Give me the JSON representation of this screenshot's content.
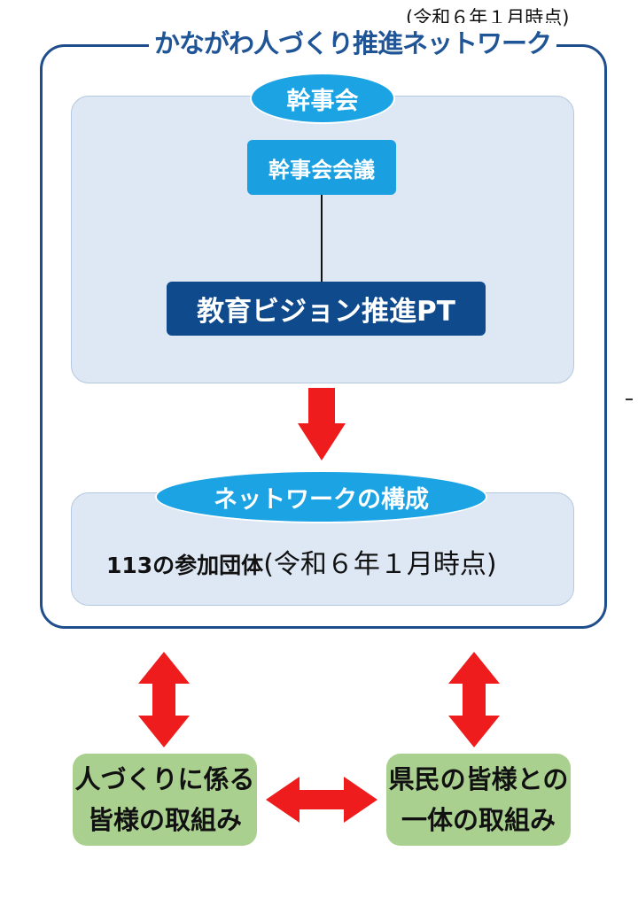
{
  "as_of_note": "(令和６年１月時点)",
  "network": {
    "title": "かながわ人づくり推進ネットワーク",
    "secretariat": {
      "label": "幹事会",
      "meeting": "幹事会会議",
      "project_team": "教育ビジョン推進PT"
    },
    "composition": {
      "label": "ネットワークの構成",
      "member_count": "113の参加団体",
      "member_date": "(令和６年１月時点)"
    }
  },
  "initiatives": {
    "left_line1": "人づくりに係る",
    "left_line2": "皆様の取組み",
    "right_line1": "県民の皆様との",
    "right_line2": "一体の取組み"
  },
  "colors": {
    "frame": "#1f4e8c",
    "accent_blue": "#1ba3e4",
    "pt_navy": "#0f4a8c",
    "panel_fill": "#dde8f4",
    "arrow_red": "#ee1c1c",
    "initiative_green": "#a9d08e"
  }
}
